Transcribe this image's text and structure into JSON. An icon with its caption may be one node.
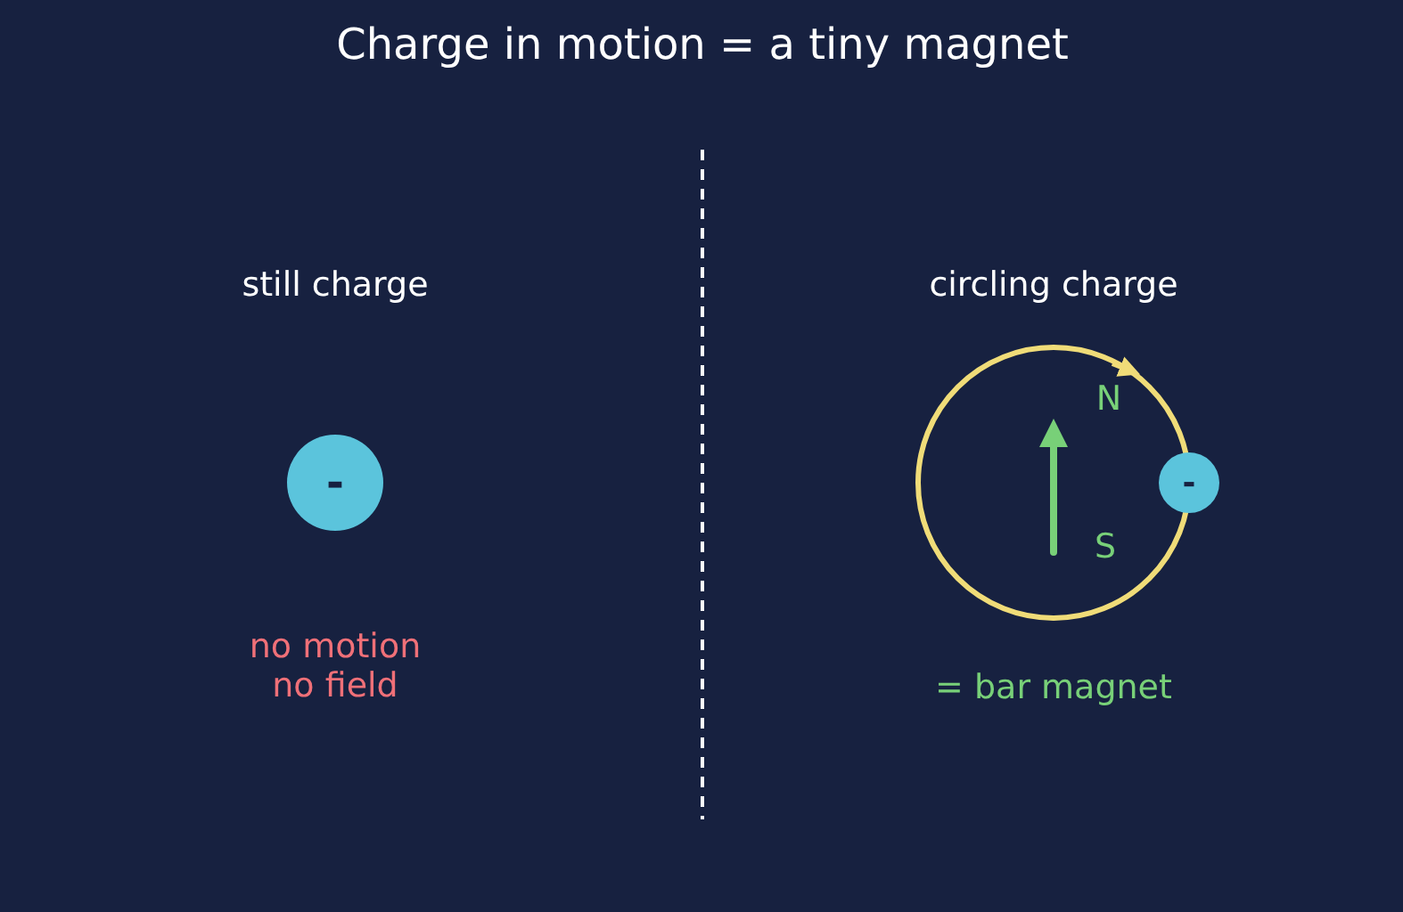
{
  "diagram": {
    "title": "Charge in motion = a tiny magnet",
    "nodes": [
      {
        "text": [
          "-"
        ]
      },
      {
        "text": [
          "-"
        ]
      }
    ],
    "labels": [
      "still charge",
      "no motion no field",
      "circling charge",
      "N",
      "S",
      "= bar magnet"
    ]
  }
}
